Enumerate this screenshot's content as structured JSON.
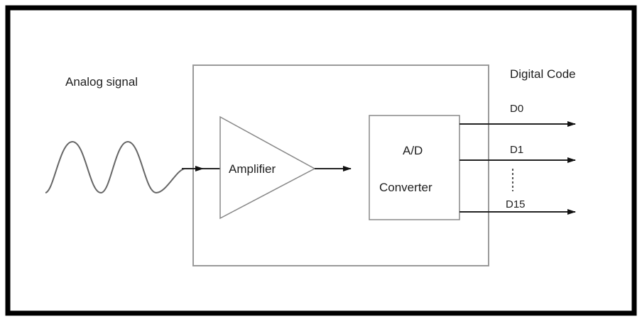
{
  "colors": {
    "frame": "#000000",
    "box_stroke": "#9a9a9a",
    "line": "#222222",
    "wave": "#666666",
    "text": "#1e1e1e"
  },
  "labels": {
    "analog_signal": "Analog signal",
    "digital_code": "Digital Code",
    "amplifier": "Amplifier",
    "converter_line1": "A/D",
    "converter_line2": "Converter"
  },
  "outputs": [
    {
      "label": "D0"
    },
    {
      "label": "D1"
    },
    {
      "label": "D15"
    }
  ]
}
